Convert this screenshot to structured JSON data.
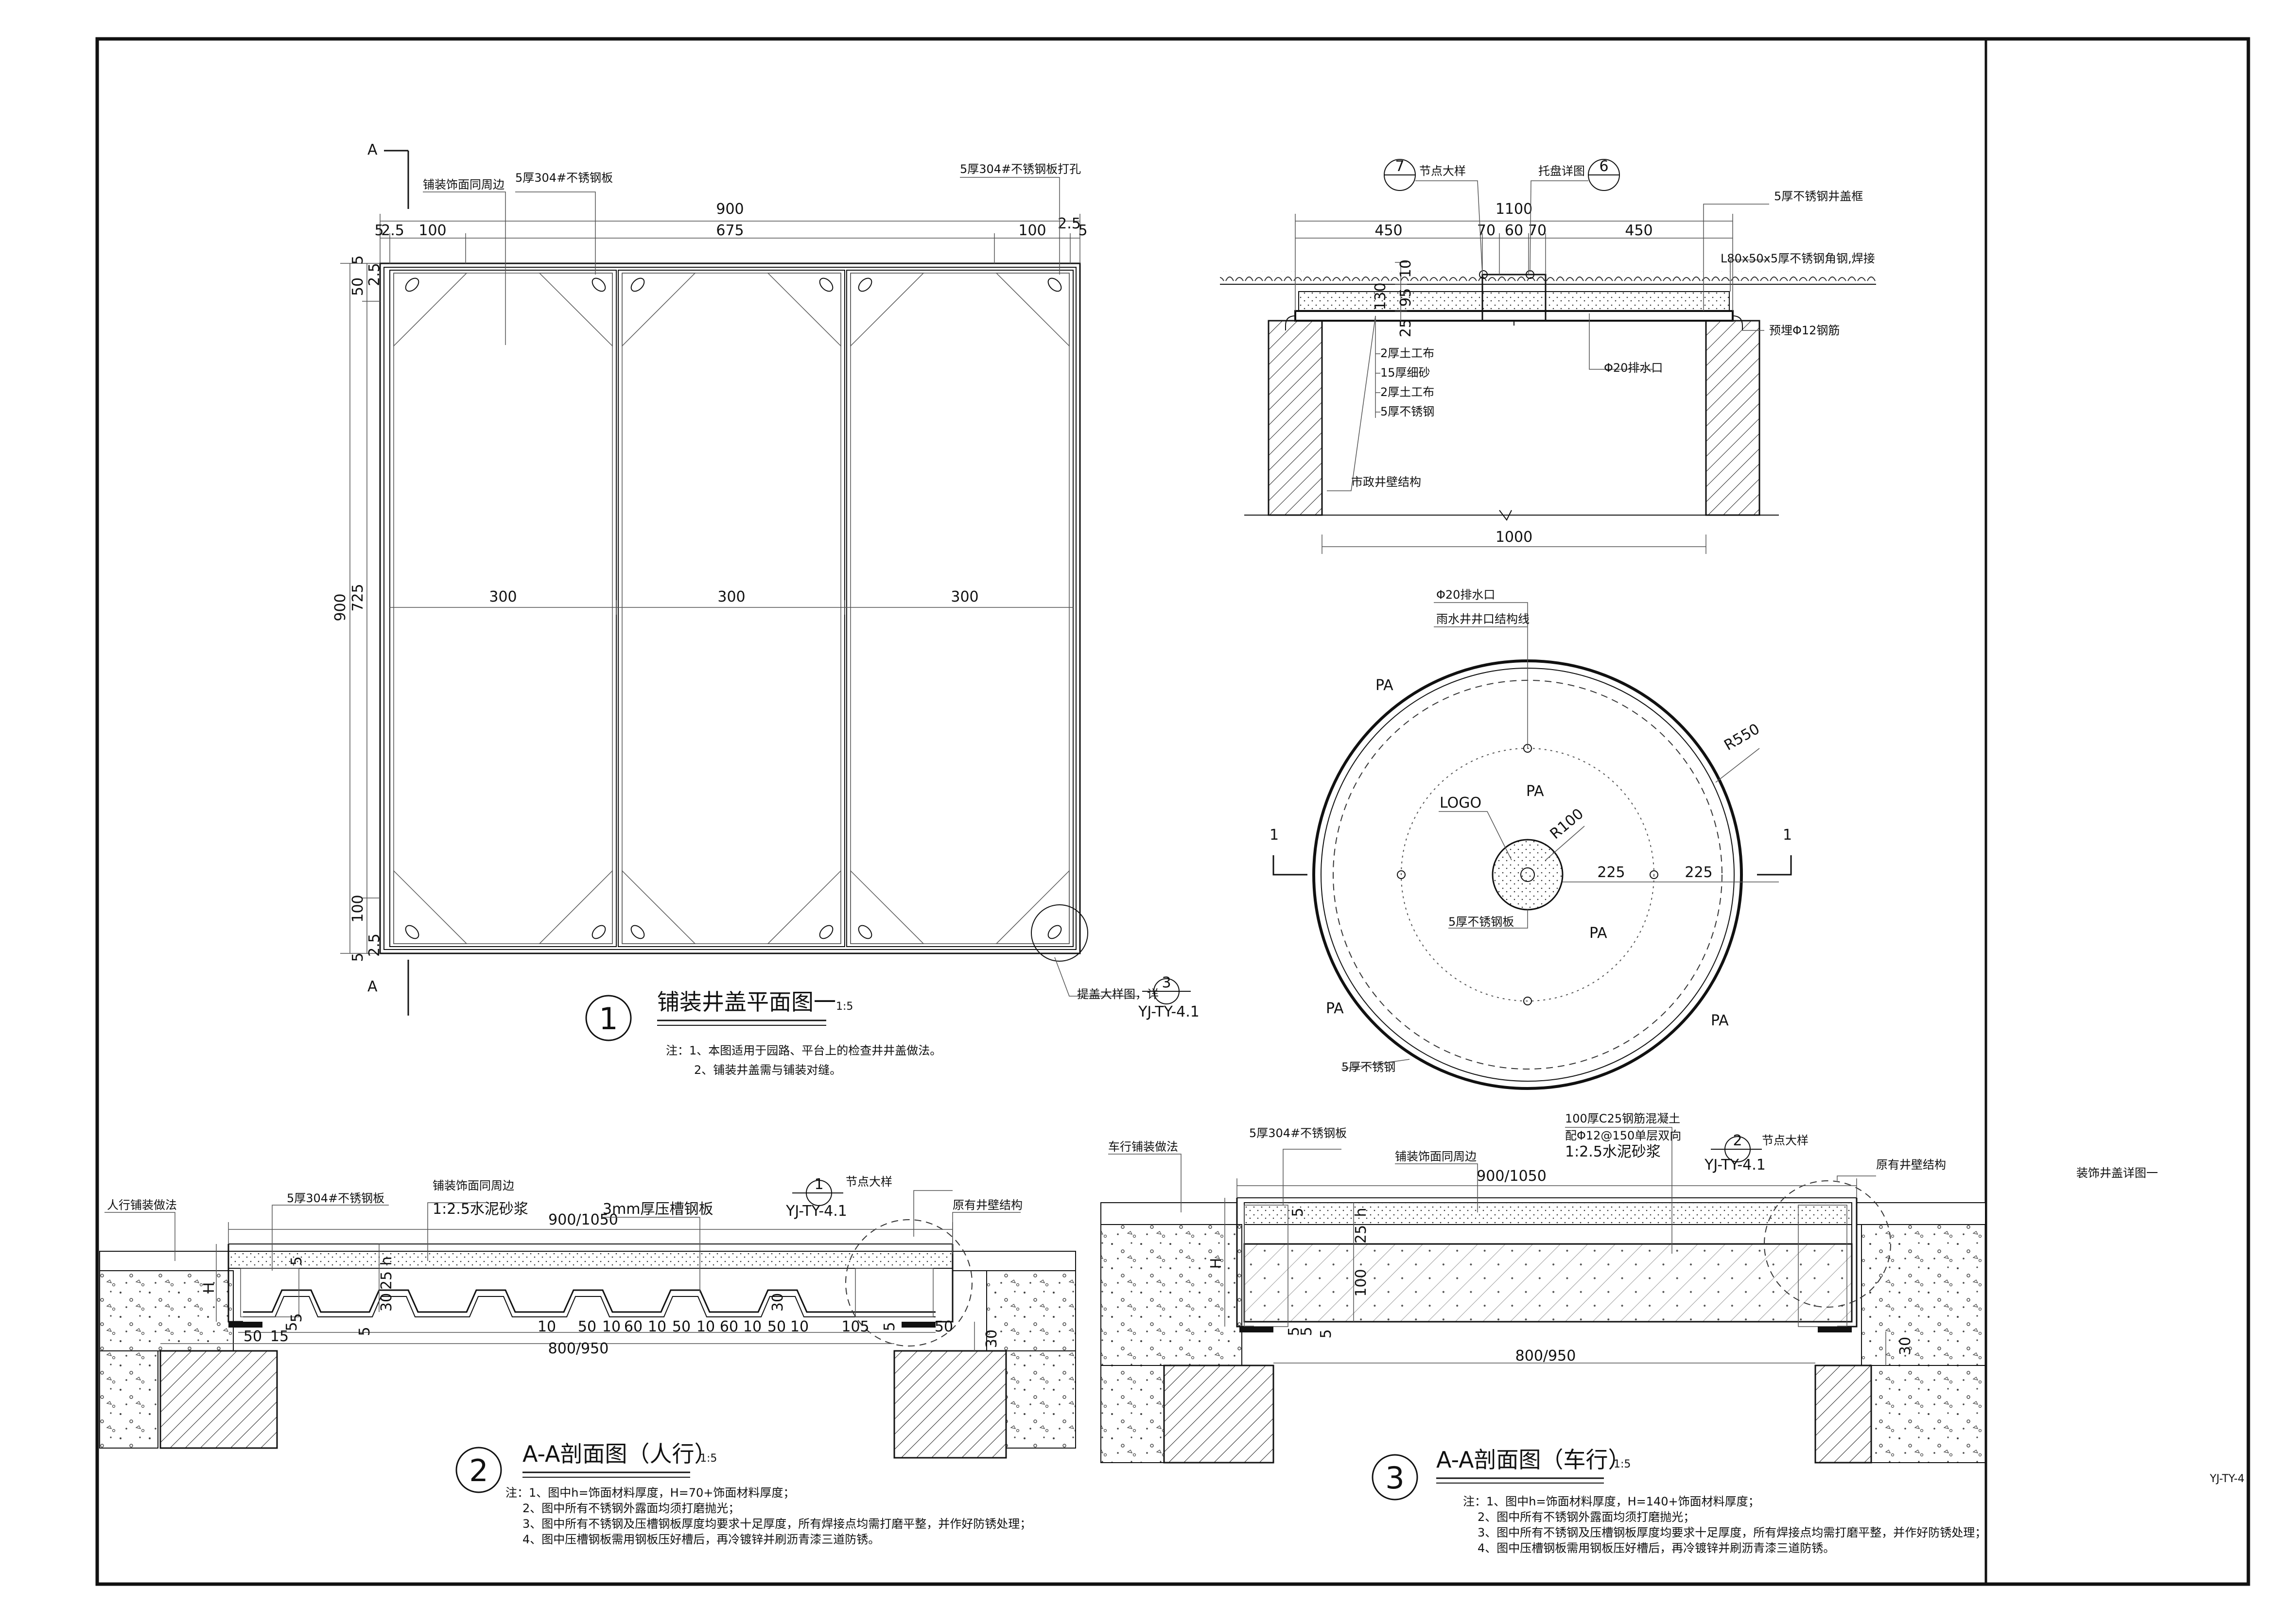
{
  "sheet": {
    "title": "装饰井盖详图一",
    "code": "YJ-TY-4"
  },
  "plan": {
    "section_mark": "A",
    "labels": {
      "paving": "铺装饰面同周边",
      "plate304": "5厚304#不锈钢板",
      "perforated": "5厚304#不锈钢板打孔",
      "corner": "提盖大样图，详"
    },
    "dims_top": [
      "900",
      "5",
      "2.5",
      "100",
      "675",
      "100",
      "2.5",
      "5"
    ],
    "dims_left": [
      "5",
      "2.5",
      "50",
      "725",
      "900",
      "100",
      "2.5",
      "5"
    ],
    "dims_mid": [
      "300",
      "300",
      "300"
    ],
    "ref": {
      "num": "3",
      "code": "YJ-TY-4.1"
    },
    "caption": {
      "num": "1",
      "title": "铺装井盖平面图一",
      "scale": "1:5"
    },
    "notes": [
      "注：1、本图适用于园路、平台上的检查井井盖做法。",
      "2、铺装井盖需与铺装对缝。"
    ]
  },
  "section_top": {
    "ref_left": {
      "num": "7",
      "label": "节点大样"
    },
    "ref_right": {
      "num": "6",
      "label": "托盘详图"
    },
    "dims": [
      "1100",
      "450",
      "70",
      "60",
      "70",
      "450",
      "1000",
      "10",
      "130",
      "95",
      "25"
    ],
    "labels": {
      "frame": "5厚不锈钢井盖框",
      "angle": "L80x50x5厚不锈钢角钢,焊接",
      "rebar": "预埋Φ12钢筋",
      "drain": "Φ20排水口",
      "structure": "市政井壁结构"
    },
    "layers": [
      "2厚土工布",
      "15厚细砂",
      "2厚土工布",
      "5厚不锈钢"
    ]
  },
  "circle": {
    "labels": {
      "drain": "Φ20排水口",
      "line": "雨水井井口结构线",
      "r550": "R550",
      "r100": "R100",
      "logo": "LOGO",
      "plate": "5厚不锈钢板",
      "outer": "5厚不锈钢"
    },
    "pa": [
      "PA",
      "PA",
      "PA",
      "PA",
      "PA"
    ],
    "dims": [
      "225",
      "225"
    ],
    "marks": [
      "1",
      "1"
    ]
  },
  "aa_ped": {
    "labels": {
      "ped_paving": "人行铺装做法",
      "plate304": "5厚304#不锈钢板",
      "paving": "铺装饰面同周边",
      "mortar": "1:2.5水泥砂浆",
      "deck": "3mm厚压槽钢板",
      "node": "节点大样",
      "wall": "原有井壁结构"
    },
    "ref": {
      "num": "1",
      "code": "YJ-TY-4.1"
    },
    "dims_top": [
      "900/1050"
    ],
    "dims_bottom": [
      "800/950"
    ],
    "dims_row": [
      "50",
      "15",
      "10",
      "50",
      "10",
      "60",
      "10",
      "50",
      "10",
      "60",
      "10",
      "50",
      "10",
      "105",
      "50"
    ],
    "dims_v": [
      "H",
      "5",
      "h",
      "25",
      "30",
      "5",
      "5",
      "30",
      "30",
      "5",
      "5"
    ],
    "caption": {
      "num": "2",
      "title": "A-A剖面图（人行）",
      "scale": "1:5"
    },
    "notes": [
      "注：1、图中h=饰面材料厚度，H=70+饰面材料厚度；",
      "2、图中所有不锈钢外露面均须打磨抛光；",
      "3、图中所有不锈钢及压槽钢板厚度均要求十足厚度，所有焊接点均需打磨平整，并作好防锈处理；",
      "4、图中压槽钢板需用钢板压好槽后，再冷镀锌并刷沥青漆三道防锈。"
    ]
  },
  "aa_car": {
    "labels": {
      "car_paving": "车行铺装做法",
      "plate304": "5厚304#不锈钢板",
      "paving": "铺装饰面同周边",
      "concrete": "100厚C25钢筋混凝土",
      "rebar": "配Φ12@150单层双向",
      "mortar": "1:2.5水泥砂浆",
      "node": "节点大样",
      "wall": "原有井壁结构"
    },
    "ref": {
      "num": "2",
      "code": "YJ-TY-4.1"
    },
    "dims_top": [
      "900/1050"
    ],
    "dims_bottom": [
      "800/950"
    ],
    "dims_v": [
      "H",
      "5",
      "h",
      "25",
      "100",
      "5",
      "5",
      "5",
      "30"
    ],
    "caption": {
      "num": "3",
      "title": "A-A剖面图（车行）",
      "scale": "1:5"
    },
    "notes": [
      "注：1、图中h=饰面材料厚度，H=140+饰面材料厚度；",
      "2、图中所有不锈钢外露面均须打磨抛光；",
      "3、图中所有不锈钢及压槽钢板厚度均要求十足厚度，所有焊接点均需打磨平整，并作好防锈处理；",
      "4、图中压槽钢板需用钢板压好槽后，再冷镀锌并刷沥青漆三道防锈。"
    ]
  }
}
